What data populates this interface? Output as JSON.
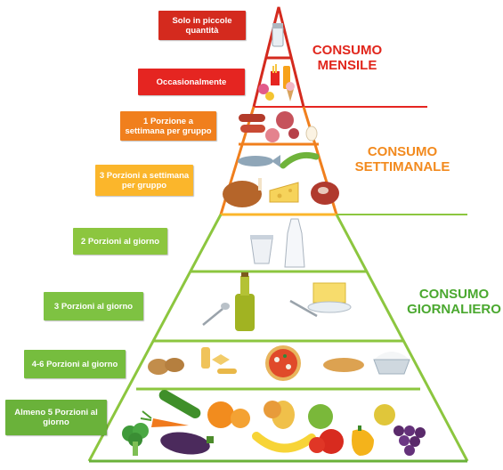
{
  "levels": [
    {
      "label": "Solo in piccole quantità",
      "color": "#d42a1e"
    },
    {
      "label": "Occasionalmente",
      "color": "#e52521"
    },
    {
      "label": "1 Porzione a settimana per gruppo",
      "color": "#f07f1d"
    },
    {
      "label": "3 Porzioni a settimana per gruppo",
      "color": "#fbb62b"
    },
    {
      "label": "2 Porzioni al giorno",
      "color": "#8cc63f"
    },
    {
      "label": "3 Porzioni al giorno",
      "color": "#7ec242"
    },
    {
      "label": "4-6 Porzioni al giorno",
      "color": "#76bd3e"
    },
    {
      "label": "Almeno 5 Porzioni al giorno",
      "color": "#6ab23a"
    }
  ],
  "categories": {
    "mensile": {
      "line1": "CONSUMO",
      "line2": "MENSILE",
      "color": "#e1261c"
    },
    "settimanale": {
      "line1": "CONSUMO",
      "line2": "SETTIMANALE",
      "color": "#f28a1e"
    },
    "giornaliero": {
      "line1": "CONSUMO",
      "line2": "GIORNALIERO",
      "color": "#4aa82f"
    }
  },
  "foods": {
    "level1": [
      "salt-icon"
    ],
    "level2": [
      "sweets-icon",
      "fries-icon",
      "ice-cream-icon",
      "soda-icon"
    ],
    "level3": [
      "sausage-icon",
      "salami-icon",
      "egg-icon"
    ],
    "level4": [
      "fish-icon",
      "legumes-icon",
      "chicken-icon",
      "cheese-icon",
      "meat-icon"
    ],
    "level5": [
      "yogurt-icon",
      "milk-icon"
    ],
    "level6": [
      "spoon-icon",
      "olive-oil-icon",
      "butter-icon"
    ],
    "level7": [
      "potatoes-icon",
      "pasta-icon",
      "pizza-icon",
      "bread-icon",
      "rice-icon"
    ],
    "level8": [
      "broccoli-icon",
      "carrot-icon",
      "zucchini-icon",
      "eggplant-icon",
      "orange-icon",
      "banana-icon",
      "pear-icon",
      "tomato-icon",
      "pepper-icon",
      "apple-icon",
      "grapes-icon"
    ]
  }
}
